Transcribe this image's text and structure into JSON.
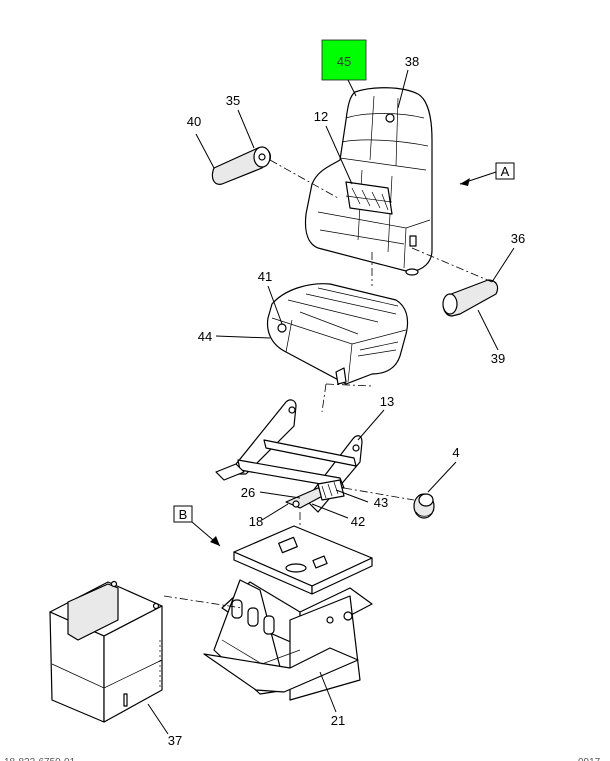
{
  "callouts": {
    "c45": "45",
    "c38": "38",
    "c35": "35",
    "c40": "40",
    "c12": "12",
    "c36": "36",
    "c39": "39",
    "c41": "41",
    "c44": "44",
    "c13": "13",
    "c4": "4",
    "c26": "26",
    "c43": "43",
    "c18": "18",
    "c42": "42",
    "c21": "21",
    "c37": "37"
  },
  "view_labels": {
    "a": "A",
    "b": "B"
  },
  "highlight_color": "#00ff00",
  "footer": {
    "left": "18-822-6750-01",
    "right": "0917"
  }
}
